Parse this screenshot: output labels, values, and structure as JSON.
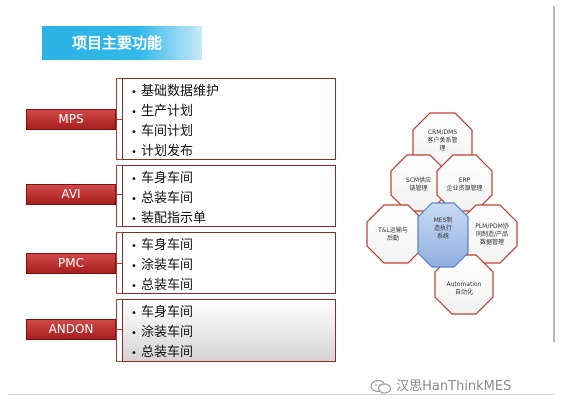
{
  "title": "项目主要功能",
  "modules": [
    {
      "tag": "MPS",
      "items": [
        "基础数据维护",
        "生产计划",
        "车间计划",
        "计划发布"
      ]
    },
    {
      "tag": "AVI",
      "items": [
        "车身车间",
        "总装车间",
        "装配指示单"
      ]
    },
    {
      "tag": "PMC",
      "items": [
        "车身车间",
        "涂装车间",
        "总装车间"
      ]
    },
    {
      "tag": "ANDON",
      "items": [
        "车身车间",
        "涂装车间",
        "总装车间"
      ]
    }
  ],
  "diagram": {
    "center": {
      "line1": "MES制",
      "line2": "造执行",
      "line3": "系统"
    },
    "nodes": [
      {
        "id": "crm",
        "line1": "CRM/DMS",
        "line2": "客户关系管",
        "line3": "理"
      },
      {
        "id": "scm",
        "line1": "SCM供应",
        "line2": "链管理",
        "line3": ""
      },
      {
        "id": "erp",
        "line1": "ERP",
        "line2": "企业资源管理",
        "line3": ""
      },
      {
        "id": "tal",
        "line1": "T&L运输与",
        "line2": "后勤",
        "line3": ""
      },
      {
        "id": "plm",
        "line1": "PLM/PDM协",
        "line2": "同制造/产品",
        "line3": "数据管理"
      },
      {
        "id": "auto",
        "line1": "Automation",
        "line2": "自动化",
        "line3": ""
      }
    ],
    "colors": {
      "outline": "#c0392b",
      "center_fill": "#a9c4ea",
      "center_stroke": "#5b7fbf"
    }
  },
  "watermark": "汉思HanThinkMES"
}
